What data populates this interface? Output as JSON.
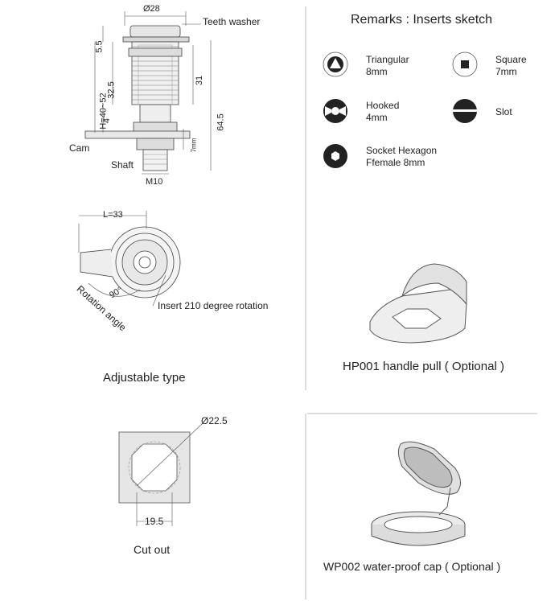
{
  "lock_drawing": {
    "diameter_top": "Ø28",
    "teeth_washer": "Teeth washer",
    "dim_5_5": "5.5",
    "dim_32_5": "32.5",
    "dim_h": "H=40~52",
    "dim_31": "31",
    "dim_64_5": "64.5",
    "dim_4": "4",
    "dim_7": "7mm",
    "cam": "Cam",
    "shaft": "Shaft",
    "thread": "M10"
  },
  "adjustable": {
    "length_label": "L=33",
    "angle_label": "90°",
    "rotation_angle": "Rotation angle",
    "insert_rotation": "Insert 210 degree rotation",
    "caption": "Adjustable type"
  },
  "remarks": {
    "title": "Remarks : Inserts sketch",
    "inserts": [
      {
        "name": "Triangular",
        "size": "8mm",
        "icon": "triangle-insert-icon"
      },
      {
        "name": "Square",
        "size": "7mm",
        "icon": "square-insert-icon"
      },
      {
        "name": "Hooked",
        "size": "4mm",
        "icon": "hooked-insert-icon"
      },
      {
        "name": "Slot",
        "size": "",
        "icon": "slot-insert-icon"
      },
      {
        "name": "Socket Hexagon",
        "size": "Ffemale 8mm",
        "icon": "hexagon-insert-icon"
      }
    ]
  },
  "handle_pull": {
    "caption": "HP001 handle pull ( Optional )"
  },
  "cutout": {
    "diameter": "Ø22.5",
    "width": "19.5",
    "caption": "Cut out"
  },
  "cap": {
    "caption": "WP002 water-proof cap ( Optional )"
  }
}
